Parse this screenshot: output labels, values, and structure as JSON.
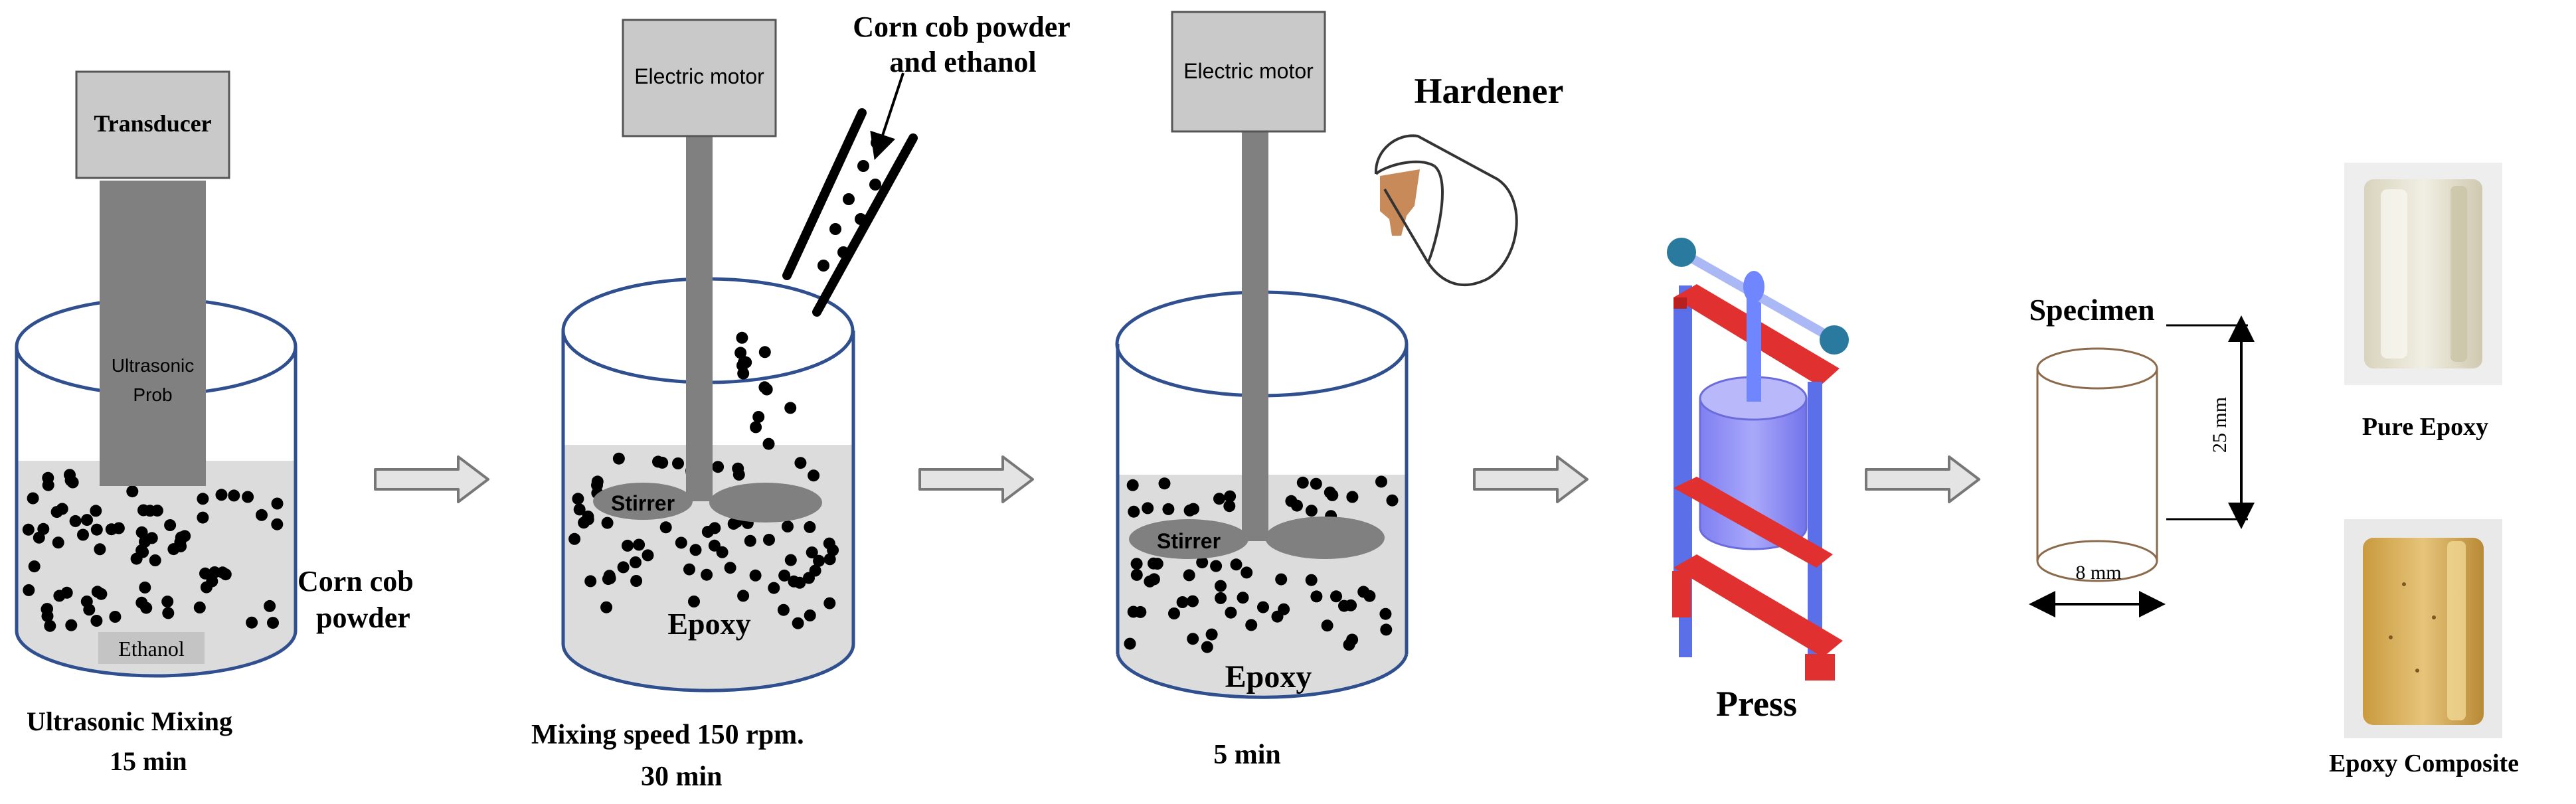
{
  "colors": {
    "beaker_outline": "#2f4f8f",
    "liquid": "#dcdcdc",
    "shaft": "#7f7f7f",
    "motor": "#c9c9c9",
    "press_frame": "#e03030",
    "press_column": "#5a6fe8",
    "press_cylinder": "#8f8ff5",
    "press_knob": "#2a7aa0",
    "hardener": "#c98a5a",
    "pure_epoxy_sample": "#e7e3d2",
    "composite_sample": "#d9b35a"
  },
  "step1": {
    "transducer": "Transducer",
    "probe_line1": "Ultrasonic",
    "probe_line2": "Prob",
    "ethanol": "Ethanol",
    "powder_line1": "Corn cob",
    "powder_line2": "powder",
    "caption_line1": "Ultrasonic Mixing",
    "caption_line2": "15 min"
  },
  "step2": {
    "motor": "Electric motor",
    "feed_line1": "Corn cob powder",
    "feed_line2": "and ethanol",
    "stirrer": "Stirrer",
    "epoxy": "Epoxy",
    "caption_line1": "Mixing speed 150 rpm.",
    "caption_line2": "30 min"
  },
  "step3": {
    "motor": "Electric motor",
    "hardener": "Hardener",
    "stirrer": "Stirrer",
    "epoxy": "Epoxy",
    "caption": "5 min"
  },
  "step4": {
    "press": "Press"
  },
  "step5": {
    "title": "Specimen",
    "height": "25 mm",
    "diameter": "8 mm"
  },
  "step6": {
    "pure": "Pure Epoxy",
    "composite": "Epoxy Composite"
  }
}
